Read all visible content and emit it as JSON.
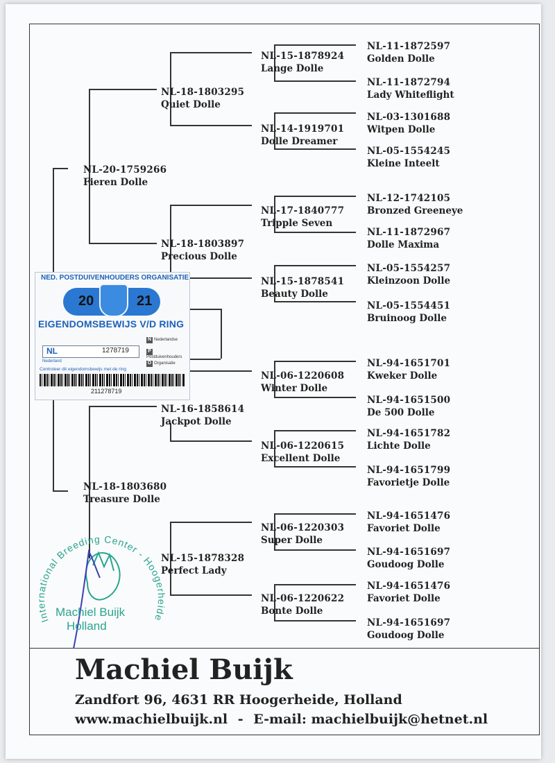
{
  "pedigree": {
    "gen1": [
      {
        "ring": "NL-20-1759266",
        "name": "Fieren Dolle"
      },
      {
        "ring": "NL-18-1803680",
        "name": "Treasure Dolle"
      }
    ],
    "gen2": [
      {
        "ring": "NL-18-1803295",
        "name": "Quiet Dolle"
      },
      {
        "ring": "NL-18-1803897",
        "name": "Precious Dolle"
      },
      {
        "ring": "NL-16-1858614",
        "name": "Jackpot Dolle"
      },
      {
        "ring": "NL-15-1878328",
        "name": "Perfect Lady"
      }
    ],
    "gen3": [
      {
        "ring": "NL-15-1878924",
        "name": "Lange Dolle"
      },
      {
        "ring": "NL-14-1919701",
        "name": "Dolle Dreamer"
      },
      {
        "ring": "NL-17-1840777",
        "name": "Tripple Seven"
      },
      {
        "ring": "NL-15-1878541",
        "name": "Beauty Dolle"
      },
      {
        "ring": "NL-06-1220608",
        "name": "Winter Dolle"
      },
      {
        "ring": "NL-06-1220615",
        "name": "Excellent Dolle"
      },
      {
        "ring": "NL-06-1220303",
        "name": "Super Dolle"
      },
      {
        "ring": "NL-06-1220622",
        "name": "Bonte Dolle"
      }
    ],
    "gen4": [
      {
        "ring": "NL-11-1872597",
        "name": "Golden Dolle"
      },
      {
        "ring": "NL-11-1872794",
        "name": "Lady Whiteflight"
      },
      {
        "ring": "NL-03-1301688",
        "name": "Witpen Dolle"
      },
      {
        "ring": "NL-05-1554245",
        "name": "Kleine Inteelt"
      },
      {
        "ring": "NL-12-1742105",
        "name": "Bronzed Greeneye"
      },
      {
        "ring": "NL-11-1872967",
        "name": "Dolle Maxima"
      },
      {
        "ring": "NL-05-1554257",
        "name": "Kleinzoon Dolle"
      },
      {
        "ring": "NL-05-1554451",
        "name": "Bruinoog Dolle"
      },
      {
        "ring": "NL-94-1651701",
        "name": "Kweker Dolle"
      },
      {
        "ring": "NL-94-1651500",
        "name": "De 500 Dolle"
      },
      {
        "ring": "NL-94-1651782",
        "name": "Lichte Dolle"
      },
      {
        "ring": "NL-94-1651799",
        "name": "Favorietje Dolle"
      },
      {
        "ring": "NL-94-1651476",
        "name": "Favoriet Dolle"
      },
      {
        "ring": "NL-94-1651697",
        "name": "Goudoog Dolle"
      },
      {
        "ring": "NL-94-1651476",
        "name": "Favoriet Dolle"
      },
      {
        "ring": "NL-94-1651697",
        "name": "Goudoog Dolle"
      }
    ]
  },
  "sticker": {
    "header": "NED. POSTDUIVENHOUDERS ORGANISATIE",
    "year_left": "20",
    "year_right": "21",
    "title": "EIGENDOMSBEWIJS V/D RING",
    "country": "NL",
    "ring_number": "1278719",
    "org_lines": [
      "Nederlandse",
      "Postduivenhouders",
      "Organisatie"
    ],
    "org_initials": [
      "N",
      "P",
      "O"
    ],
    "sub_label": "Nederland",
    "control_text": "Controleer dit eigendomsbewijs met de ring",
    "barcode_number": "211278719",
    "colors": {
      "blue": "#1d61b8",
      "pill": "#2a78d2"
    }
  },
  "stamp": {
    "arc_text": "International Breeding Center - Hoogerheide - Holland",
    "center_line1": "Machiel Buijk",
    "center_line2": "Holland",
    "color": "#2aa48f"
  },
  "footer": {
    "name": "Machiel Buijk",
    "address": "Zandfort 96, 4631 RR Hoogerheide, Holland",
    "website": "www.machielbuijk.nl",
    "separator": "-",
    "email": "E-mail: machielbuijk@hetnet.nl"
  }
}
